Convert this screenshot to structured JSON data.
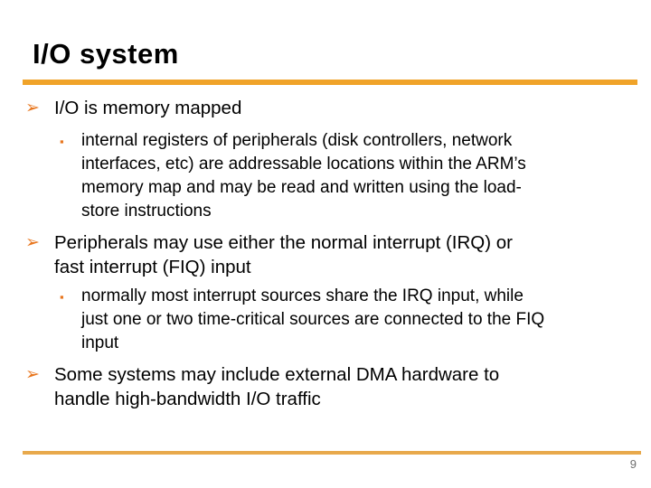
{
  "slide": {
    "title": "I/O system",
    "page_number": "9",
    "colors": {
      "title": "#000000",
      "accent_line_top": "#F0A329",
      "accent_line_bottom": "#E8A94C",
      "bullet": "#E8761E",
      "body_text": "#000000",
      "page_number": "#6E6E6E"
    },
    "bullets": {
      "b1": {
        "glyph": "➢",
        "text": "I/O is memory mapped"
      },
      "s1": {
        "glyph": "▪",
        "text": "internal registers of peripherals (disk controllers, network\ninterfaces, etc) are addressable locations within the ARM’s\nmemory map and may be read and written using the load-\nstore instructions"
      },
      "b2": {
        "glyph": "➢",
        "text": "Peripherals may use either the normal interrupt (IRQ) or\nfast interrupt (FIQ) input"
      },
      "s2": {
        "glyph": "▪",
        "text": "normally most interrupt sources share the IRQ input, while\njust one or two time-critical sources are connected to the FIQ\ninput"
      },
      "b3": {
        "glyph": "➢",
        "text": "Some systems may include external DMA hardware to\nhandle high-bandwidth I/O traffic"
      }
    }
  }
}
